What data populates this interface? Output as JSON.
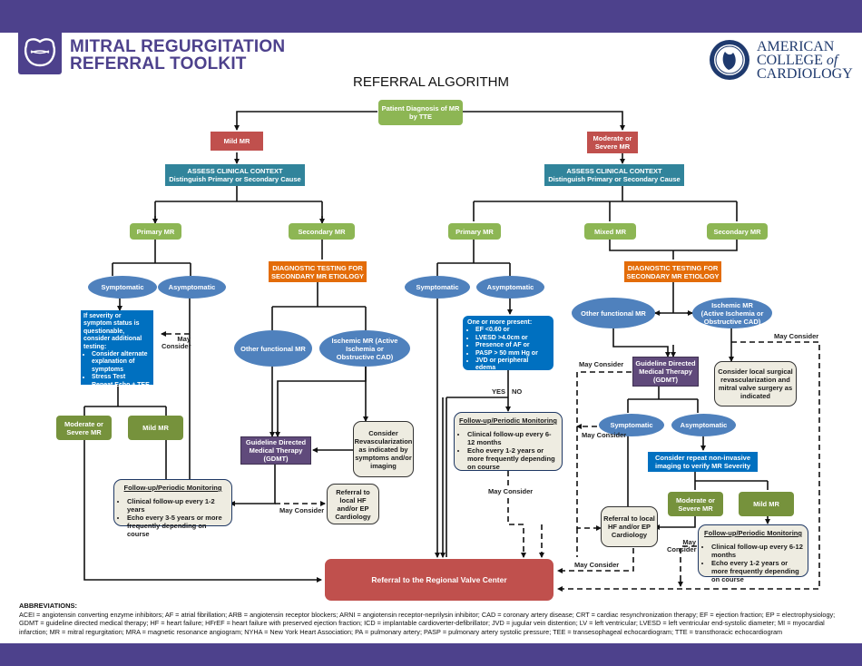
{
  "header": {
    "toolkit_title_line1": "MITRAL REGURGITATION",
    "toolkit_title_line2": "REFERRAL TOOLKIT",
    "org_line1": "AMERICAN",
    "org_line2_a": "COLLEGE ",
    "org_line2_b": "of",
    "org_line3": "CARDIOLOGY",
    "page_title": "REFERRAL ALGORITHM"
  },
  "nodes": {
    "root": "Patient Diagnosis of MR by TTE",
    "mild_mr": "Mild MR",
    "mod_severe_mr": "Moderate or Severe MR",
    "assess_title": "ASSESS CLINICAL CONTEXT",
    "assess_sub": "Distinguish Primary or Secondary Cause",
    "primary_mr": "Primary MR",
    "secondary_mr": "Secondary MR",
    "mixed_mr": "Mixed MR",
    "diag_testing": "DIAGNOSTIC TESTING FOR SECONDARY MR ETIOLOGY",
    "symptomatic": "Symptomatic",
    "asymptomatic": "Asymptomatic",
    "other_functional": "Other functional MR",
    "ischemic_left": "Ischemic MR (Active Ischemia or Obstructive CAD)",
    "ischemic_right": "Ischemic MR (Active Ischemia or Obstructive CAD)",
    "questionable": {
      "intro": "If severity or symptom status is questionable, consider additional testing:",
      "items": [
        "Consider alternate explanation of symptoms",
        "Stress Test",
        "Repeat Echo ± TEE"
      ]
    },
    "mod_severe_short": "Moderate or Severe MR",
    "mild_short": "Mild MR",
    "gdmt": "Guideline Directed Medical Therapy (GDMT)",
    "consider_revasc": "Consider Revascularization as indicated by symptoms and/or imaging",
    "referral_hf": "Referral to local HF and/or EP Cardiology",
    "followup_left": {
      "title": "Follow-up/Periodic Monitoring",
      "items": [
        "Clinical follow-up every 1-2 years",
        "Echo every 3-5 years or more frequently depending on course"
      ]
    },
    "followup_mid": {
      "title": "Follow-up/Periodic Monitoring",
      "items": [
        "Clinical follow-up every 6-12 months",
        "Echo every 1-2 years or more frequently depending on course"
      ]
    },
    "followup_right": {
      "title": "Follow-up/Periodic Monitoring",
      "items": [
        "Clinical follow-up every 6-12 months",
        "Echo every 1-2 years or more frequently depending on course"
      ]
    },
    "one_or_more": {
      "intro": "One or more present:",
      "items": [
        "EF <0.60 or",
        "LVESD >4.0cm or",
        "Presence of AF or",
        "PASP > 50 mm Hg or",
        "JVD or peripheral edema"
      ]
    },
    "consider_local_surgical": "Consider local surgical revascularization and mitral valve surgery as indicated",
    "consider_repeat_imaging": "Consider repeat non-invasive imaging to verify MR Severity",
    "regional_valve_center": "Referral to the Regional Valve Center"
  },
  "labels": {
    "may_consider": "May Consider",
    "yes": "YES",
    "no": "NO"
  },
  "abbreviations": {
    "heading": "ABBREVIATIONS:",
    "text": "ACEI = angiotensin converting enzyme inhibitors; AF = atrial fibrillation; ARB = angiotensin receptor blockers; ARNI = angiotensin receptor-neprilysin inhibitor; CAD = coronary artery disease; CRT = cardiac resynchronization therapy; EF = ejection fraction; EP = electrophysiology; GDMT = guideline directed medical therapy; HF = heart failure; HFrEF = heart failure with preserved ejection fraction; ICD = implantable cardioverter-defibrillator; JVD = jugular vein distention; LV = left ventricular; LVESD = left ventricular end-systolic diameter; MI = myocardial infarction; MR = mitral regurgitation; MRA = magnetic resonance angiogram; NYHA = New York Heart Association; PA = pulmonary artery; PASP = pulmonary artery systolic pressure; TEE = transesophageal echocardiogram; TTE = transthoracic echocardiogram"
  },
  "colors": {
    "brand_purple": "#4d418c",
    "root_green": "#8db654",
    "severity_red": "#c0504d",
    "assess_teal": "#31849b",
    "diag_orange": "#e36c09",
    "oval_blue": "#4f81bd",
    "box_blue": "#0070c0",
    "dark_green": "#76923c",
    "gdmt_purple": "#604a7b",
    "note_beige": "#eeece1"
  }
}
